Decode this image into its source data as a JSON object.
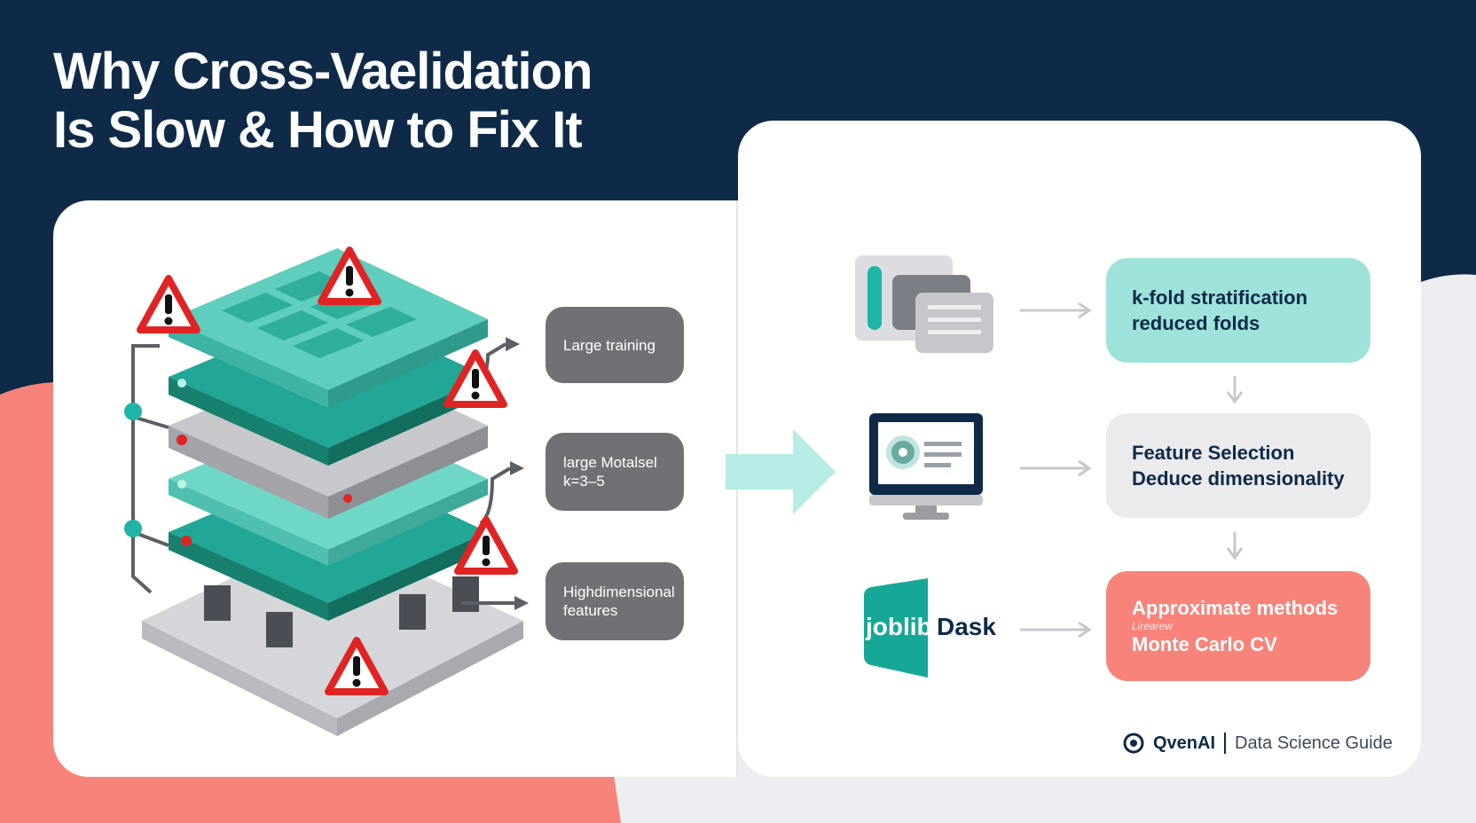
{
  "title": {
    "line1": "Why Cross-Vaelidation",
    "line2": "Is Slow & How to Fix It"
  },
  "colors": {
    "navy": "#0e2a47",
    "coral": "#f8837a",
    "teal": "#1fb5a6",
    "mint": "#9ee3db",
    "warning_red": "#e02424",
    "gray_pill": "#6f7175"
  },
  "problems": [
    {
      "label_line1": "Large training",
      "label_line2": ""
    },
    {
      "label_line1": "large Motalsel",
      "label_line2": "k=3–5"
    },
    {
      "label_line1": "Highdimensional",
      "label_line2": "features"
    }
  ],
  "solutions": [
    {
      "icon": "document-stack-icon",
      "line1": "k-fold stratification",
      "line2": "reduced folds"
    },
    {
      "icon": "monitor-icon",
      "line1": "Feature Selection",
      "line2": "Deduce dimensionality"
    },
    {
      "icon": "library-logo-icon",
      "line1": "Approximate methods",
      "sub": "Lirearew",
      "line2": "Monte Carlo CV"
    }
  ],
  "libraries": {
    "joblib": "joblib",
    "dask": "Dask"
  },
  "brand": {
    "name": "QvenAI",
    "guide": "Data Science Guide"
  }
}
